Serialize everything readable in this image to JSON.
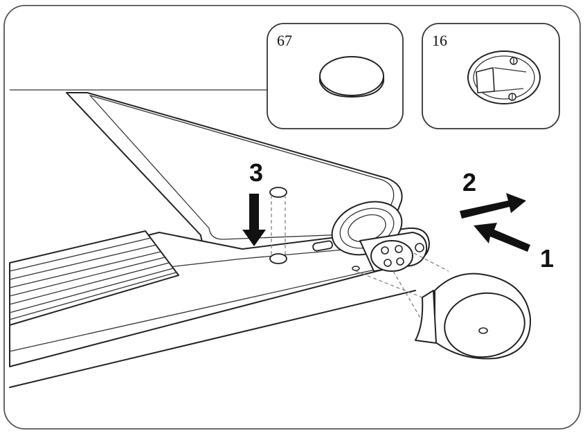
{
  "callouts": [
    {
      "part_number": "67"
    },
    {
      "part_number": "16"
    }
  ],
  "steps": [
    {
      "number": "1"
    },
    {
      "number": "2"
    },
    {
      "number": "3"
    }
  ]
}
